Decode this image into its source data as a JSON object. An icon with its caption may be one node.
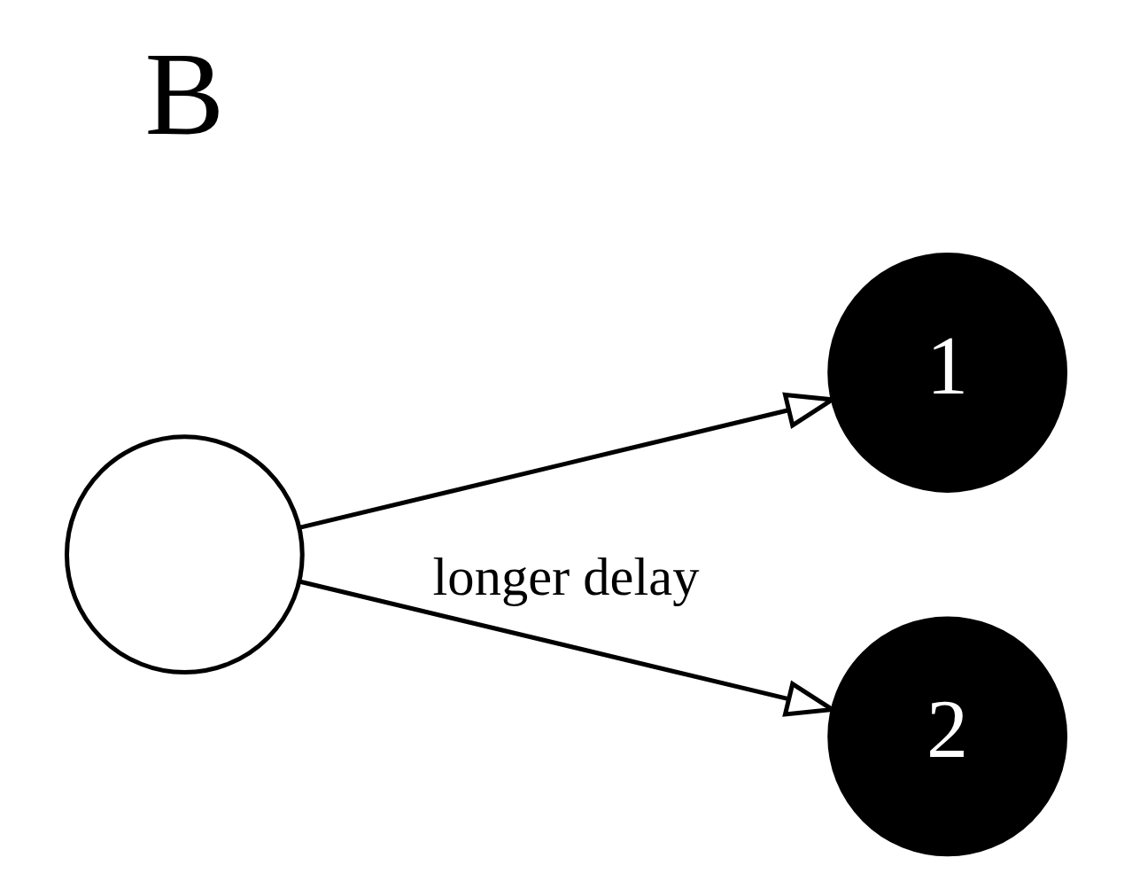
{
  "diagram": {
    "nodes": [
      {
        "text": [],
        "shape": "circle"
      },
      {
        "text": [
          "1"
        ]
      },
      {
        "text": [
          "2"
        ]
      }
    ],
    "edges": [
      {
        "from": 0,
        "to": 1,
        "arrow": "to"
      },
      {
        "from": 0,
        "to": 2,
        "arrow": "to",
        "label": "longer delay"
      }
    ],
    "labels": [
      "B"
    ]
  }
}
